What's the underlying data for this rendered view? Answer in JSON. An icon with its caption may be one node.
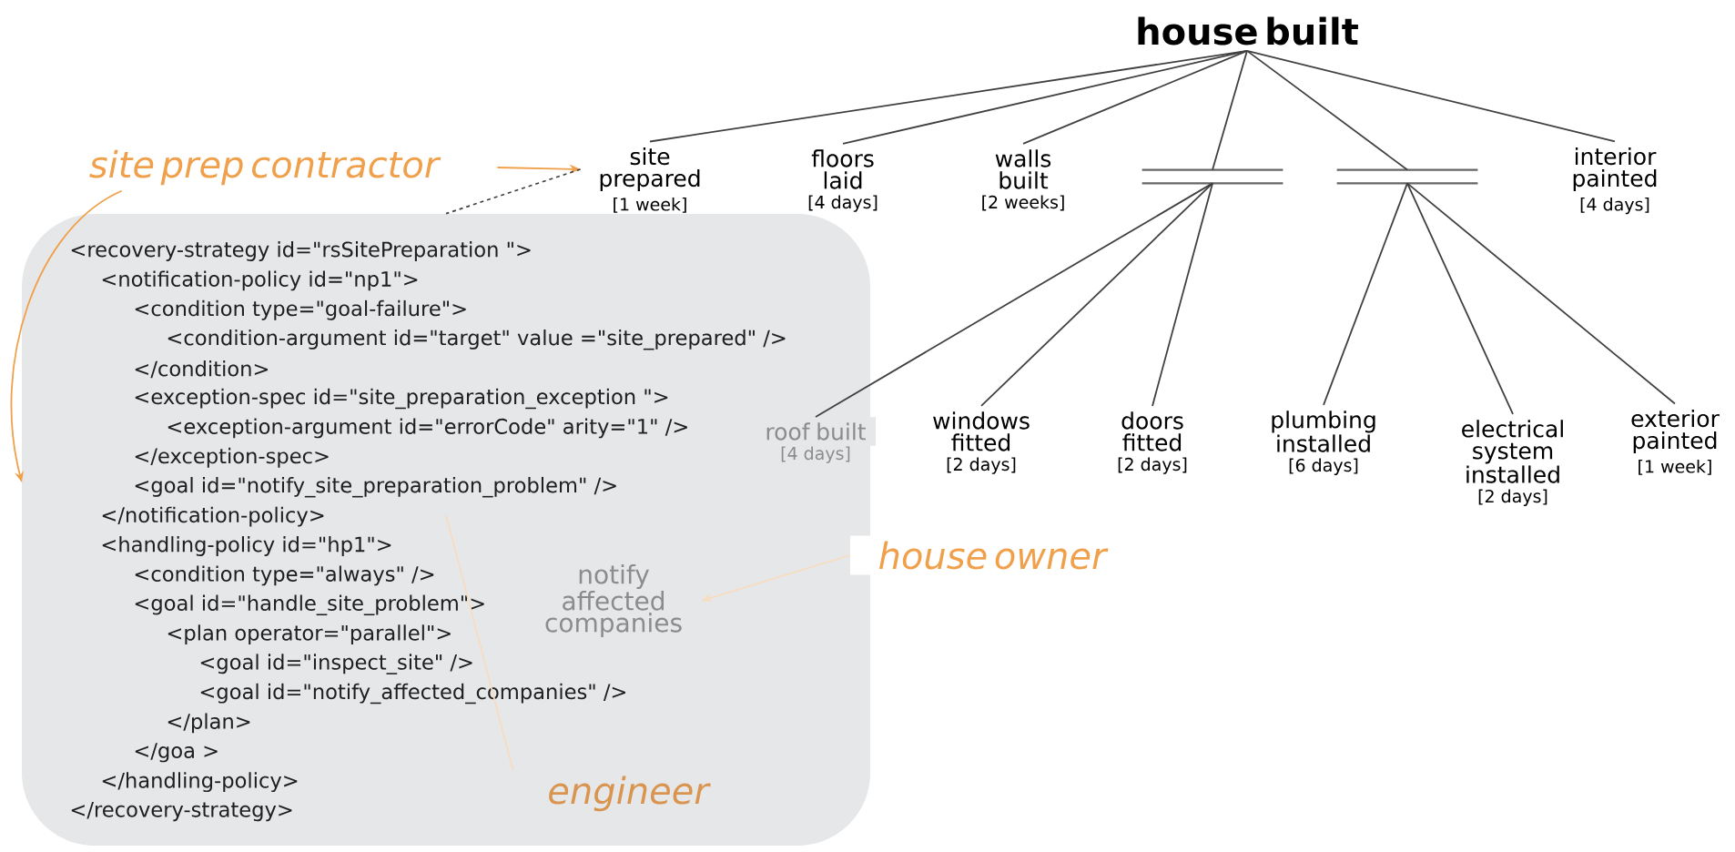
{
  "diagram": {
    "nodes": [
      {
        "text": [
          "house built"
        ]
      },
      {
        "text": [
          "site prepared"
        ],
        "beside": [
          "[1 week]"
        ]
      },
      {
        "text": [
          "floors laid"
        ],
        "beside": [
          "[4 days]"
        ]
      },
      {
        "text": [
          "walls built"
        ],
        "beside": [
          "[2 weeks]"
        ]
      },
      {
        "text": [],
        "shape": "bar"
      },
      {
        "text": [],
        "shape": "bar"
      },
      {
        "text": [
          "interior painted"
        ],
        "beside": [
          "[4 days]"
        ]
      },
      {
        "text": [
          "roof built"
        ],
        "beside": [
          "[4 days]"
        ],
        "in": 17
      },
      {
        "text": [
          "windows fitted"
        ],
        "beside": [
          "[2 days]"
        ]
      },
      {
        "text": [
          "doors fitted"
        ],
        "beside": [
          "[2 days]"
        ]
      },
      {
        "text": [
          "plumbing installed"
        ],
        "beside": [
          "[6 days]"
        ]
      },
      {
        "text": [
          "electrical system installed"
        ],
        "beside": [
          "[2 days]"
        ]
      },
      {
        "text": [
          "exterior painted"
        ],
        "beside": [
          "[1 week]"
        ]
      },
      {
        "text": [
          "site prep contractor"
        ]
      },
      {
        "text": [
          "house owner"
        ]
      },
      {
        "text": [
          "engineer"
        ],
        "in": 17
      },
      {
        "text": [
          "notify affected companies"
        ],
        "in": 17
      },
      {
        "text": [
          "<recovery-strategy id=\"rsSitePreparation \">",
          "<notification-policy id=\"np1\">",
          "<condition type=\"goal-failure\">",
          "<condition-argument id=\"target\" value =\"site_prepared\" />",
          "</condition>",
          "<exception-spec id=\"site_preparation_exception \">",
          "<exception-argument id=\"errorCode\" arity=\"1\" />",
          "</exception-spec>",
          "<goal id=\"notify_site_preparation_problem\" />",
          "</notification-policy>",
          "<handling-policy id=\"hp1\">",
          "<condition type=\"always\" />",
          "<goal id=\"handle_site_problem\">",
          "<plan operator=\"parallel\">",
          "<goal id=\"inspect_site\" />",
          "<goal id=\"notify_affected_companies\" />",
          "</plan>",
          "</goa >",
          "</handling-policy>",
          "</recovery-strategy>"
        ]
      }
    ],
    "edges": [
      {
        "from": 0,
        "to": 1,
        "arrow": "none"
      },
      {
        "from": 0,
        "to": 2,
        "arrow": "none"
      },
      {
        "from": 0,
        "to": 3,
        "arrow": "none"
      },
      {
        "from": 0,
        "to": 4,
        "arrow": "none"
      },
      {
        "from": 0,
        "to": 5,
        "arrow": "none"
      },
      {
        "from": 0,
        "to": 6,
        "arrow": "none"
      },
      {
        "from": 4,
        "to": 7,
        "arrow": "none"
      },
      {
        "from": 4,
        "to": 8,
        "arrow": "none"
      },
      {
        "from": 4,
        "to": 9,
        "arrow": "none"
      },
      {
        "from": 5,
        "to": 10,
        "arrow": "none"
      },
      {
        "from": 5,
        "to": 11,
        "arrow": "none"
      },
      {
        "from": 5,
        "to": 12,
        "arrow": "none"
      },
      {
        "from": 13,
        "to": 1,
        "arrow": "to",
        "color": "#f0a04b"
      },
      {
        "from": 13,
        "to": 17,
        "arrow": "to",
        "color": "#f0a04b"
      },
      {
        "from": 14,
        "to": 16,
        "arrow": "to",
        "color": "#f7dcc0"
      },
      {
        "from": 15,
        "to": 17,
        "arrow": "none",
        "color": "#f7dcc0"
      },
      {
        "from": 1,
        "to": 17,
        "arrow": "none",
        "style": "dashed"
      }
    ]
  }
}
